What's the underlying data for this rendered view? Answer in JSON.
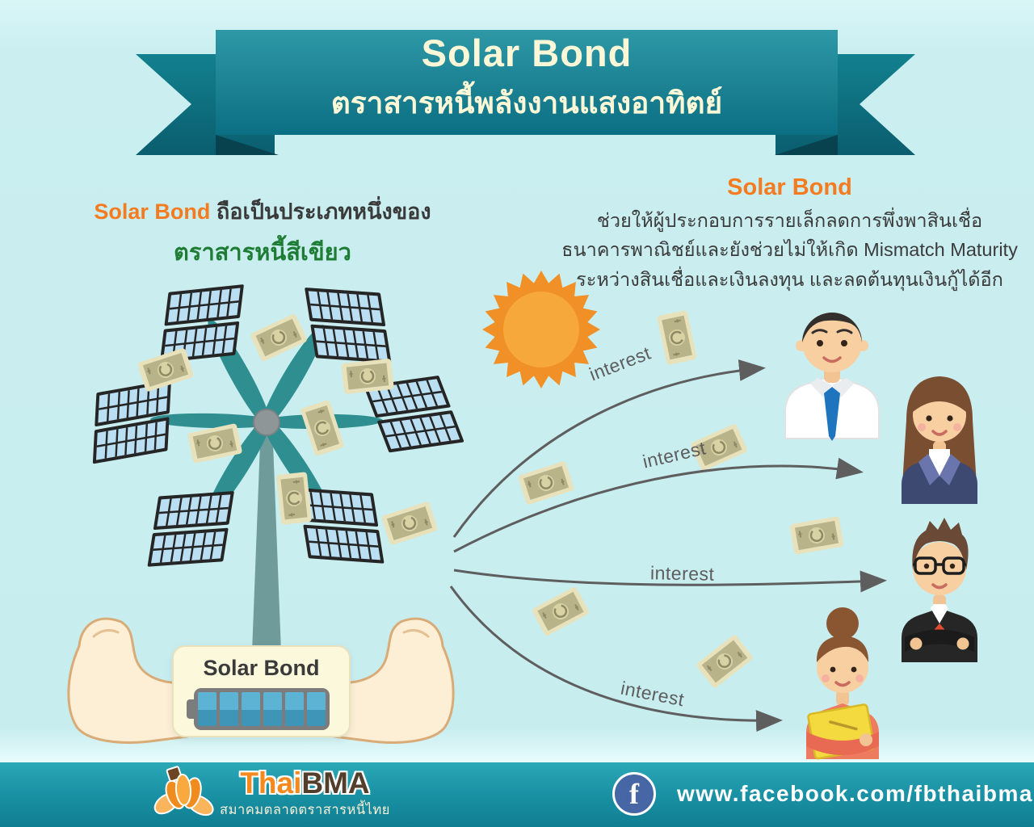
{
  "banner": {
    "title": "Solar Bond",
    "subtitle": "ตราสารหนี้พลังงานแสงอาทิตย์"
  },
  "intro": {
    "highlight": "Solar Bond",
    "rest": " ถือเป็นประเภทหนึ่งของ",
    "green_line": "ตราสารหนี้สีเขียว"
  },
  "benefit": {
    "title": "Solar Bond",
    "line1": "ช่วยให้ผู้ประกอบการรายเล็กลดการพึ่งพาสินเชื่อ",
    "line2": "ธนาคารพาณิชย์และยังช่วยไม่ให้เกิด Mismatch Maturity",
    "line3": "ระหว่างสินเชื่อและเงินลงทุน และลดต้นทุนเงินกู้ได้อีก"
  },
  "diagram": {
    "battery_card": {
      "label": "Solar Bond",
      "segments": 6
    },
    "arrow_labels": [
      "interest",
      "interest",
      "interest",
      "interest"
    ],
    "icons": [
      "sun-icon",
      "solar-windmill-icon",
      "money-bill-icon",
      "muscle-arms-icon",
      "battery-icon"
    ],
    "recipients": [
      "businessman",
      "businesswoman",
      "businessman-with-glasses",
      "woman-with-folder"
    ]
  },
  "footer": {
    "logo": {
      "text_orange": "Thai",
      "text_brown": "BMA",
      "subtitle": "สมาคมตลาดตราสารหนี้ไทย",
      "icon": "lotus-icon"
    },
    "facebook": {
      "icon_letter": "f",
      "url": "www.facebook.com/fbthaibma"
    }
  },
  "colors": {
    "background": "#c8edef",
    "ribbon_teal": "#0f7588",
    "accent_orange": "#f47b20",
    "accent_green": "#1e7c35",
    "footer_teal": "#1b93a6",
    "facebook_blue": "#4766a6",
    "cream_text": "#fcf8d7"
  }
}
